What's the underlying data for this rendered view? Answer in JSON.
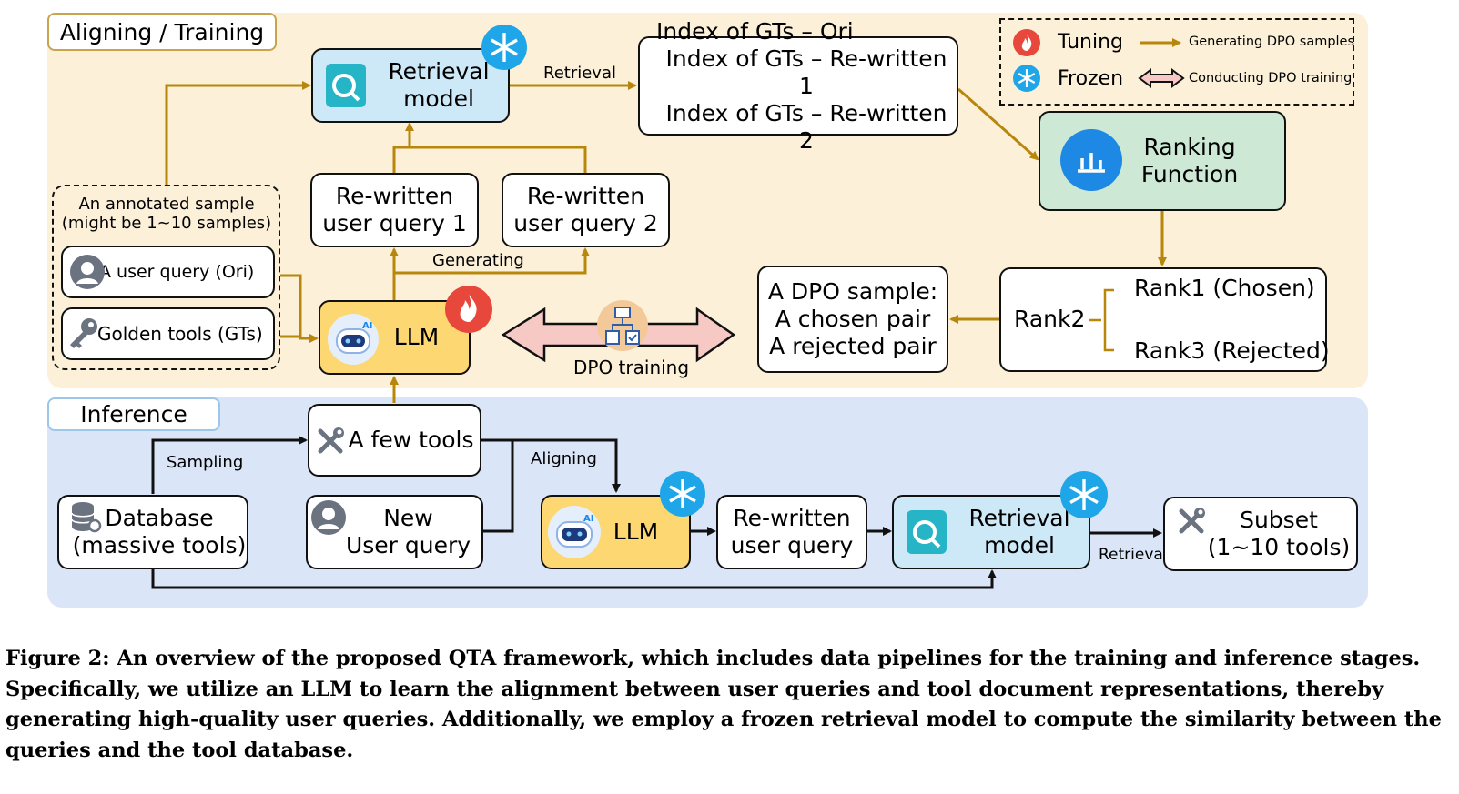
{
  "training": {
    "title": "Aligning / Training",
    "retrieval_model": "Retrieval\nmodel",
    "retrieval_label": "Retrieval",
    "index_gts": [
      "Index of GTs – Ori",
      "Index of GTs – Re-written 1",
      "Index of GTs – Re-written 2"
    ],
    "ranking_function": "Ranking\nFunction",
    "annotated_title": "An annotated sample\n(might be 1~10 samples)",
    "user_query_ori": "A user query (Ori)",
    "golden_tools": "Golden tools (GTs)",
    "rewritten1": "Re-written\nuser query 1",
    "rewritten2": "Re-written\nuser query 2",
    "generating_label": "Generating",
    "llm": "LLM",
    "dpo_training": "DPO training",
    "dpo_sample": "A DPO sample:\nA chosen pair\nA rejected pair",
    "rank2": "Rank2",
    "rank1": "Rank1 (Chosen)",
    "rank3": "Rank3 (Rejected)"
  },
  "legend": {
    "tuning": "Tuning",
    "frozen": "Frozen",
    "generating": "Generating DPO samples",
    "conducting": "Conducting DPO training"
  },
  "inference": {
    "title": "Inference",
    "few_tools": "A few tools",
    "sampling": "Sampling",
    "aligning": "Aligning",
    "database": "Database\n(massive tools)",
    "new_query": "New\nUser query",
    "llm": "LLM",
    "rewritten": "Re-written\nuser query",
    "retrieval_model": "Retrieval\nmodel",
    "retrieval_label": "Retrieval",
    "subset": "Subset\n(1~10 tools)"
  },
  "caption": "Figure 2: An overview of the proposed QTA framework, which includes data pipelines for the training and inference stages. Specifically, we utilize an LLM to learn the alignment between user queries and tool document representations, thereby generating high-quality user queries. Additionally, we employ a frozen retrieval model to compute the similarity between the queries and the tool database.",
  "colors": {
    "arrow_gold": "#b8860b",
    "train_bg": "#fcf0d8",
    "inf_bg": "#dbe5f8",
    "llm_yellow": "#fcd772",
    "retrieval_blue": "#cde8f6",
    "ranking_green": "#cde9d6",
    "snow": "#1fa6e8",
    "fire": "#e8483c"
  }
}
